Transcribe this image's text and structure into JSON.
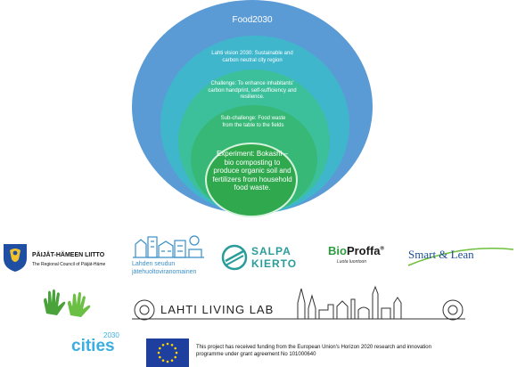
{
  "diagram": {
    "title": "Food2030",
    "levels": [
      "Lahti vision 2030: Sustainable and carbon neutral city region",
      "Challenge: To enhance inhabitants' carbon handprint, self-sufficiency and resilience.",
      "Sub-challenge: Food waste from the table to the fields",
      "Experiment: Bokashi – bio composting to produce organic soil and fertilizers from household food waste."
    ],
    "colors": [
      "#5b9bd5",
      "#36b3cd",
      "#3ec0a0",
      "#39b870",
      "#34a853"
    ]
  },
  "logos": {
    "paijat": {
      "name": "PÄIJÄT-HÄMEEN LIITTO",
      "sub": "The Regional Council of Päijät-Häme"
    },
    "lahden": {
      "line1": "Lahden seudun",
      "line2": "jätehuoltoviranomainen"
    },
    "salpa": {
      "line1": "SALPA",
      "line2": "KIERTO"
    },
    "bioproffa": {
      "bio": "Bio",
      "proffa": "Proffa",
      "reg": "®",
      "slogan": "Luota luontoon"
    },
    "smartlean": {
      "name": "Smart & Lean"
    },
    "living_lab": {
      "name": "LAHTI LIVING LAB"
    },
    "cities": {
      "name": "cities",
      "year": "2030"
    },
    "eu": {
      "text": "This project has received funding from the European  Union's Horizon 2020 research and innovation programme under grant agreement No 101000640"
    }
  }
}
